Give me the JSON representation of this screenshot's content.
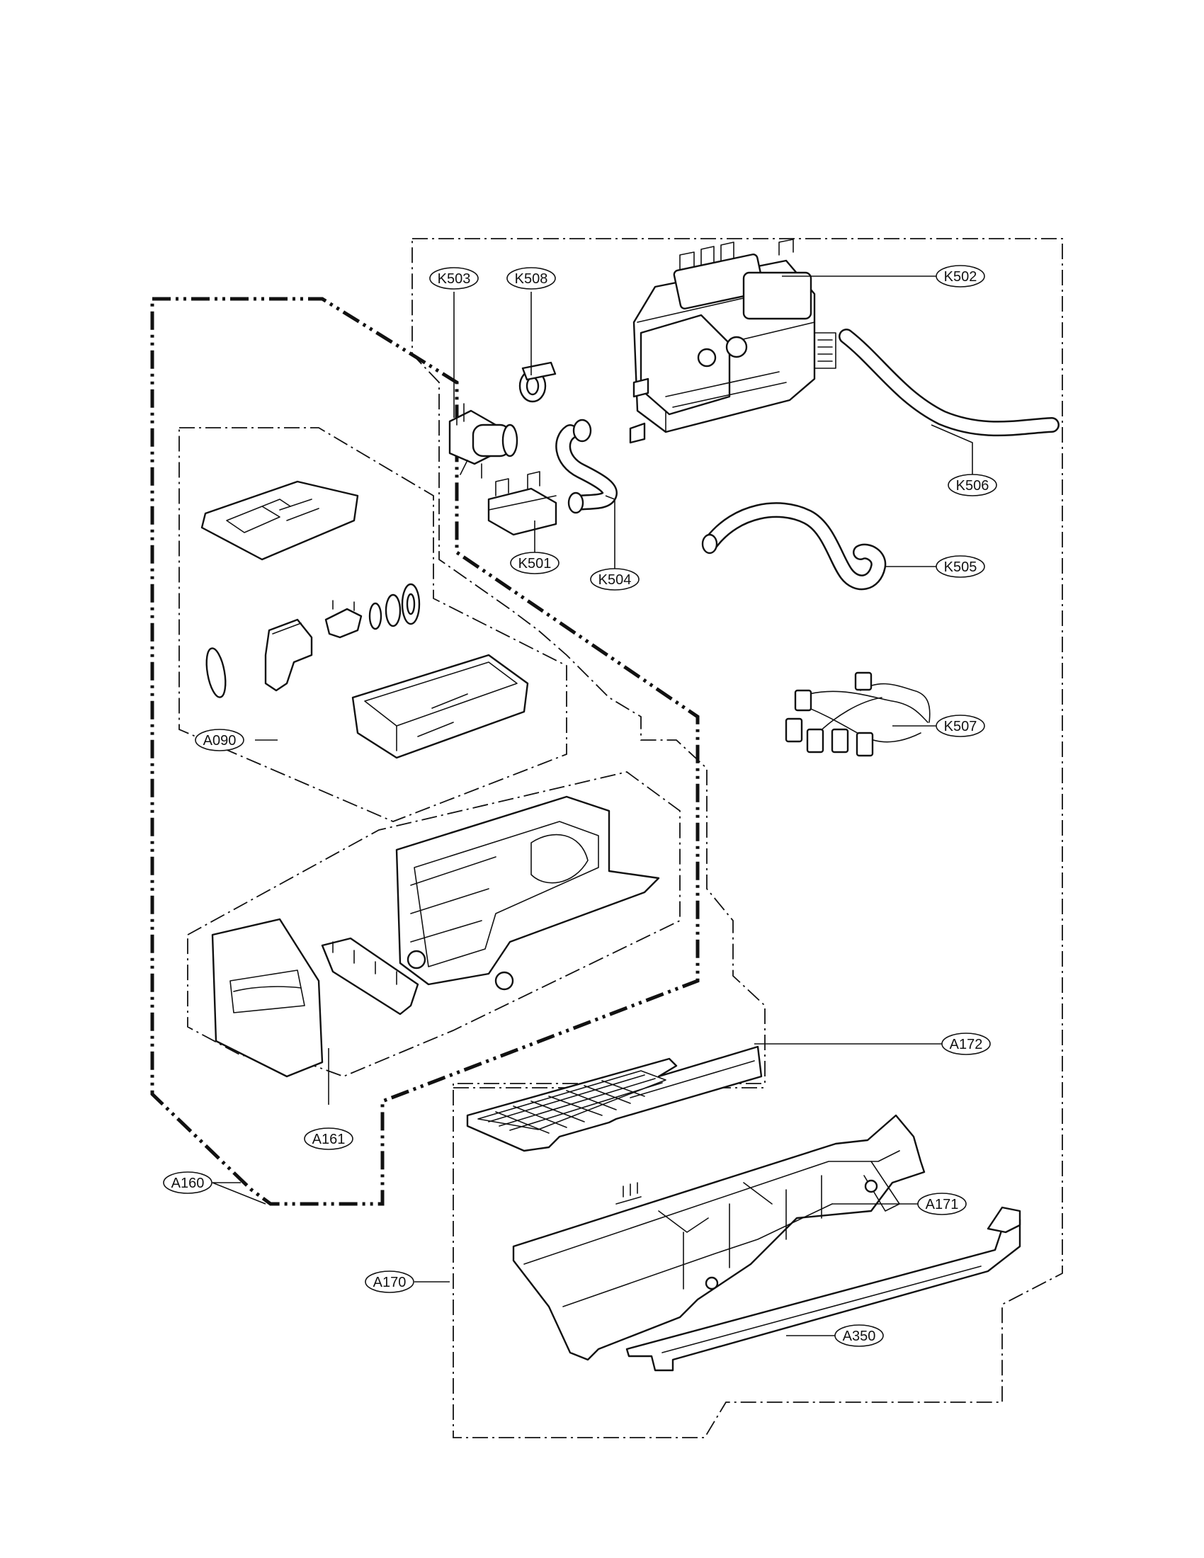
{
  "callouts": {
    "K503": "K503",
    "K508": "K508",
    "K502": "K502",
    "K506": "K506",
    "K501": "K501",
    "K504": "K504",
    "K505": "K505",
    "K507": "K507",
    "A090": "A090",
    "A172": "A172",
    "A161": "A161",
    "A160": "A160",
    "A171": "A171",
    "A170": "A170",
    "A350": "A350"
  }
}
